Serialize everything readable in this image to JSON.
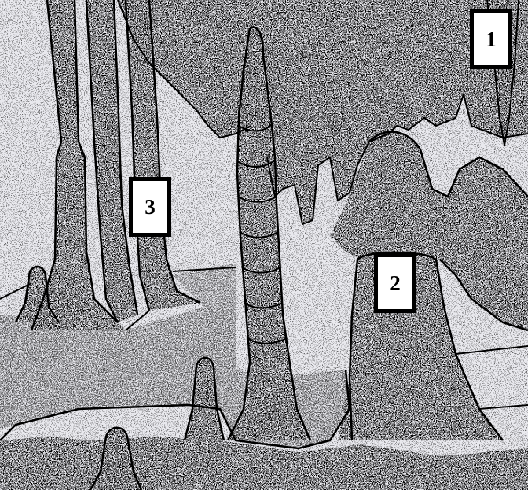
{
  "labels": {
    "one": "1",
    "two": "2",
    "three": "3"
  },
  "colors": {
    "background": "#e9e9ee",
    "ink": "#000000",
    "label_fill": "#ffffff"
  }
}
